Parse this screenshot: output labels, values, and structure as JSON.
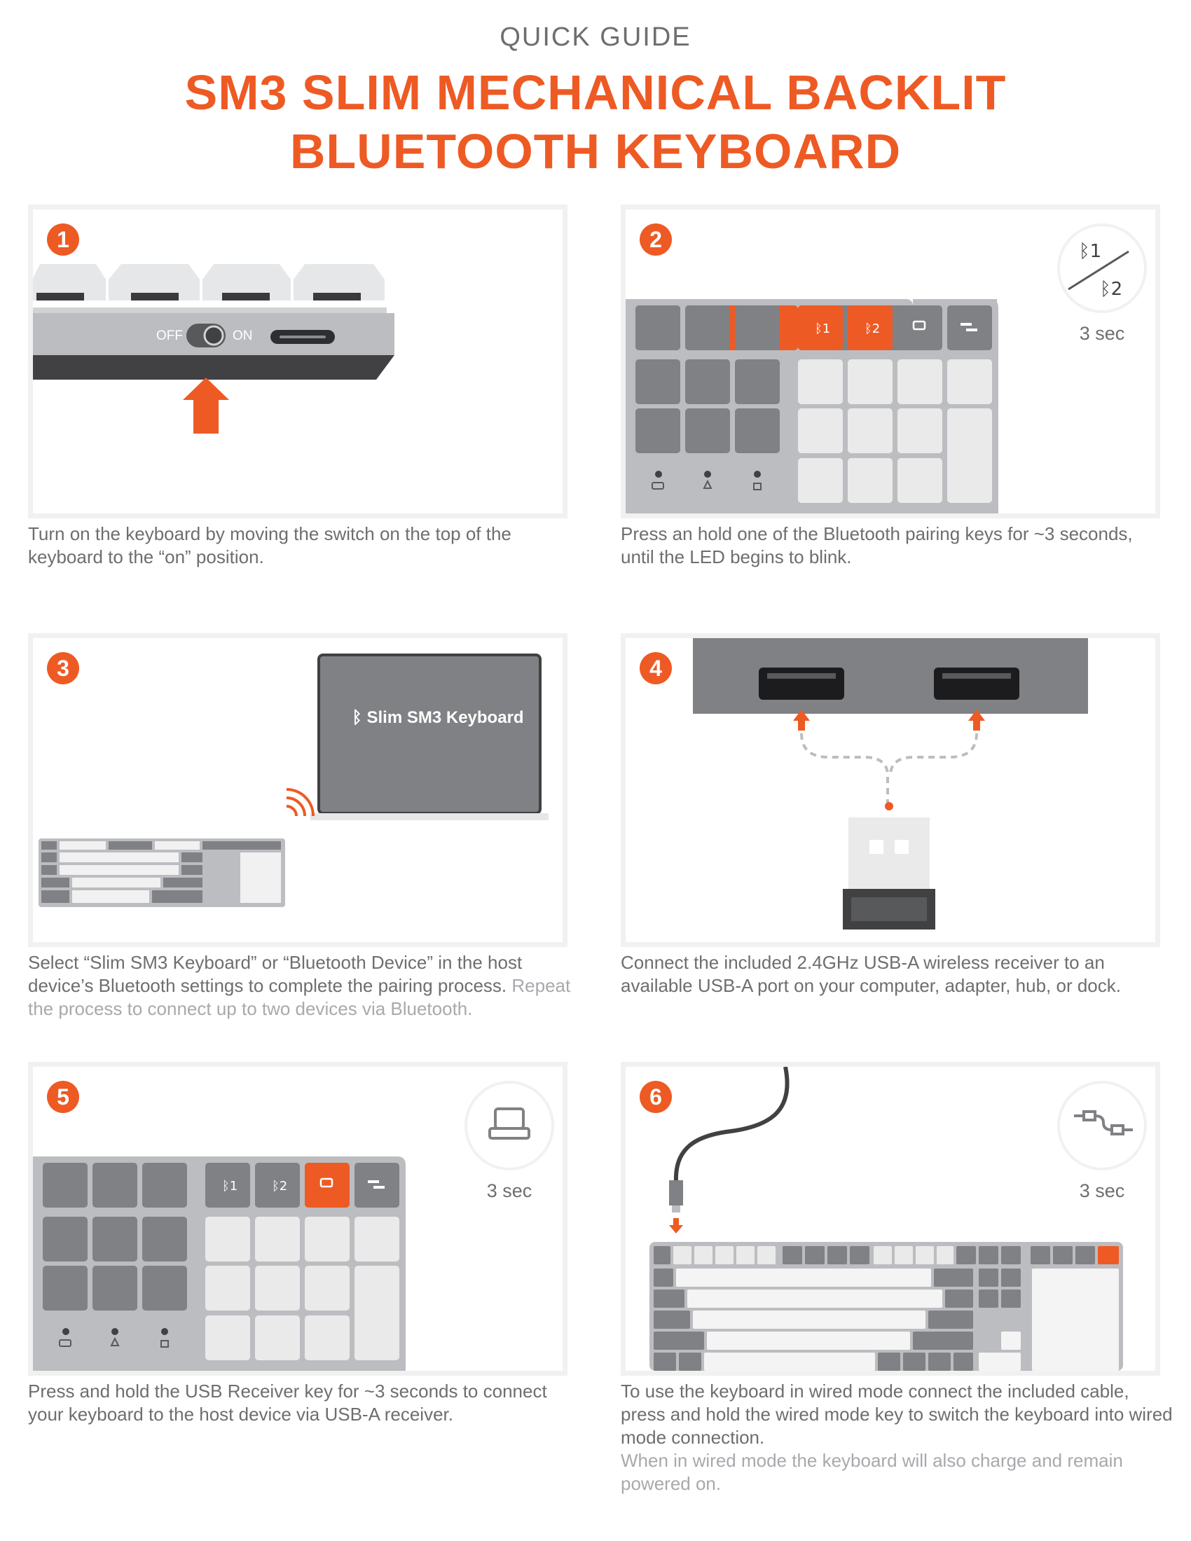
{
  "header": {
    "eyebrow": "QUICK GUIDE",
    "title_line1": "SM3 SLIM MECHANICAL BACKLIT",
    "title_line2": "BLUETOOTH KEYBOARD"
  },
  "steps": [
    {
      "number": "1",
      "switch_off": "OFF",
      "switch_on": "ON",
      "caption": "Turn on the keyboard by moving the switch on the top of the keyboard to the “on” position."
    },
    {
      "number": "2",
      "hold_time": "3 sec",
      "bt1": "1",
      "bt2": "2",
      "caption": "Press an hold one of the Bluetooth pairing keys for ~3 seconds, until the LED begins to blink."
    },
    {
      "number": "3",
      "device_name": "Slim SM3 Keyboard",
      "caption": "Select “Slim SM3 Keyboard” or “Bluetooth Device” in the host device’s Bluetooth settings to complete the pairing process.",
      "caption_muted": "Repeat the process to connect up to two devices via Bluetooth."
    },
    {
      "number": "4",
      "caption": "Connect the included 2.4GHz USB-A wireless receiver to an available USB-A port on your computer, adapter, hub, or dock."
    },
    {
      "number": "5",
      "hold_time": "3 sec",
      "bt1": "1",
      "bt2": "2",
      "caption": "Press and hold the USB Receiver key for ~3 seconds to connect your keyboard to the host device via USB-A receiver."
    },
    {
      "number": "6",
      "hold_time": "3 sec",
      "caption": "To use the keyboard in wired mode connect the included cable, press and hold the wired mode key to switch the keyboard into wired mode connection.",
      "caption_muted": "When in wired mode the keyboard will also charge and remain powered on."
    }
  ],
  "colors": {
    "accent": "#ee5a24",
    "text": "#6d6e70",
    "muted": "#a7a9ac",
    "key_dark": "#808184",
    "key_light": "#eaeaea",
    "frame": "#bcbdc0"
  }
}
